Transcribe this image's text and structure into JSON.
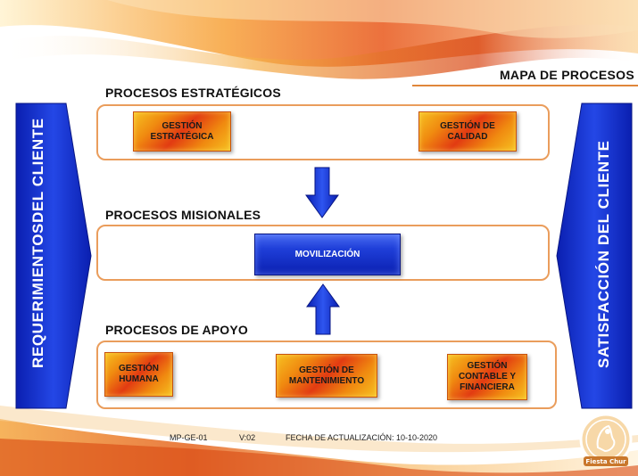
{
  "header": {
    "title": "MAPA DE PROCESOS"
  },
  "sections": {
    "estrategicos": {
      "label": "PROCESOS ESTRATÉGICOS",
      "boxes": [
        "GESTIÓN\nESTRATÉGICA",
        "GESTIÓN DE\nCALIDAD"
      ]
    },
    "misionales": {
      "label": "PROCESOS MISIONALES",
      "boxes": [
        "MOVILIZACIÓN"
      ]
    },
    "apoyo": {
      "label": "PROCESOS DE APOYO",
      "boxes": [
        "GESTIÓN\nHUMANA",
        "GESTIÓN DE\nMANTENIMIENTO",
        "GESTIÓN\nCONTABLE Y\nFINANCIERA"
      ]
    }
  },
  "side": {
    "left": "REQUERIMIENTOSDEL CLIENTE",
    "right": "SATISFACCIÓN DEL CLIENTE"
  },
  "footer": {
    "code": "MP-GE-01",
    "version": "V:02",
    "updated": "FECHA DE ACTUALIZACIÓN: 10-10-2020"
  },
  "logo": {
    "text": "Fiesta Chur"
  },
  "colors": {
    "accent_orange": "#F08A10",
    "accent_red": "#E23B12",
    "accent_blue": "#0A2FD0",
    "panel_border": "#EA9D5C"
  }
}
